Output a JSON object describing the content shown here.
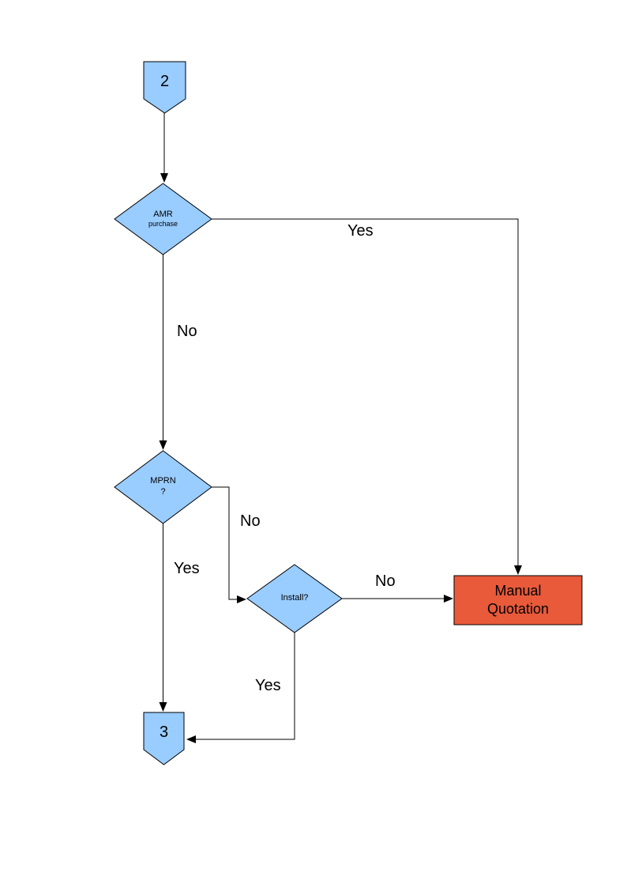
{
  "diagram": {
    "colors": {
      "node_fill": "#99CCFF",
      "node_stroke": "#000000",
      "terminal_fill": "#E85A3A",
      "connector_line": "#000000",
      "text": "#000000"
    },
    "nodes": {
      "connector_2": {
        "type": "off-page-connector",
        "label": "2"
      },
      "amr_purchase": {
        "type": "decision",
        "line1": "AMR",
        "line2": "purchase"
      },
      "mprn": {
        "type": "decision",
        "line1": "MPRN",
        "line2": "?"
      },
      "install": {
        "type": "decision",
        "label": "Install?"
      },
      "manual_quotation": {
        "type": "process",
        "line1": "Manual",
        "line2": "Quotation"
      },
      "connector_3": {
        "type": "off-page-connector",
        "label": "3"
      }
    },
    "edges": {
      "amr_yes_label": "Yes",
      "amr_no_label": "No",
      "mprn_no_label": "No",
      "mprn_yes_label": "Yes",
      "install_no_label": "No",
      "install_yes_label": "Yes"
    }
  }
}
